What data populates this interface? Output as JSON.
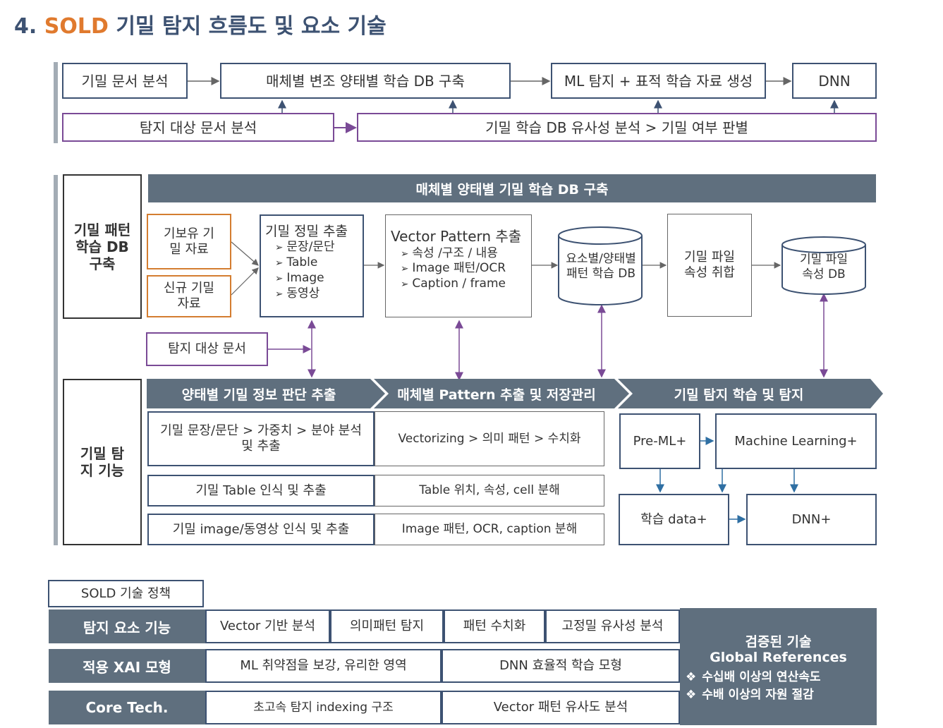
{
  "title": {
    "num": "4.",
    "accent": "SOLD",
    "rest": "기밀 탐지 흐름도 및 요소 기술"
  },
  "flow": {
    "doc_analysis": "기밀 문서 분석",
    "db_build": "매체별 변조 양태별 학습 DB 구축",
    "ml_detect": "ML 탐지 + 표적 학습 자료 생성",
    "dnn": "DNN",
    "target_analysis": "탐지 대상 문서 분석",
    "similarity": "기밀 학습 DB 유사성 분석 > 기밀 여부 판별"
  },
  "mid": {
    "section_pattern": "기밀 패턴 학습 DB 구축",
    "section_detect": "기밀 탐지 기능",
    "bar_title": "매체별 양태별 기밀 학습 DB 구축",
    "existing": "기보유 기밀 자료",
    "new_data": "신규 기밀 자료",
    "target_doc": "탐지 대상 문서",
    "extract": {
      "head": "기밀 정밀 추출",
      "items": [
        "문장/문단",
        "Table",
        "Image",
        "동영상"
      ]
    },
    "vector": {
      "head": "Vector Pattern 추출",
      "items": [
        "속성 /구조 / 내용",
        "Image 패턴/OCR",
        "Caption / frame"
      ]
    },
    "elem_db": "요소별/양태별 패턴 학습 DB",
    "file_attr": "기밀 파일 속성 취합",
    "file_db": "기밀 파일 속성 DB",
    "arrows": [
      "양태별 기밀 정보 판단 추출",
      "매체별 Pattern 추출 및 저장관리",
      "기밀 탐지 학습 및 탐지"
    ],
    "rows": [
      [
        "기밀 문장/문단 > 가중치 > 분야 분석 및 추출",
        "Vectorizing > 의미 패턴 > 수치화"
      ],
      [
        "기밀 Table 인식 및 추출",
        "Table 위치, 속성, cell 분해"
      ],
      [
        "기밀 image/동영상 인식 및 추출",
        "Image 패턴, OCR, caption 분해"
      ]
    ],
    "pre_ml": "Pre-ML+",
    "ml": "Machine Learning+",
    "train_data": "학습 data+",
    "dnn_plus": "DNN+"
  },
  "policy": {
    "label": "SOLD 기술 정책",
    "rows": [
      {
        "head": "탐지 요소 기능",
        "cells": [
          "Vector 기반 분석",
          "의미패턴 탐지",
          "패턴 수치화",
          "고정밀 유사성 분석"
        ]
      },
      {
        "head": "적용 XAI 모형",
        "cells": [
          "ML 취약점을 보강, 유리한 영역",
          "DNN 효율적 학습 모형"
        ]
      },
      {
        "head": "Core Tech.",
        "cells": [
          "초고속 탐지 indexing 구조",
          "Vector 패턴 유사도 분석"
        ]
      }
    ],
    "verified": {
      "title": "검증된 기술",
      "subtitle": "Global References",
      "items": [
        "수십배 이상의 연산속도",
        "수배 이상의 자원 절감"
      ]
    }
  },
  "colors": {
    "navy": "#3d5272",
    "purple": "#7a4a96",
    "orange": "#d47d30",
    "slate": "#5f6f7e",
    "accent": "#e07a2e"
  }
}
